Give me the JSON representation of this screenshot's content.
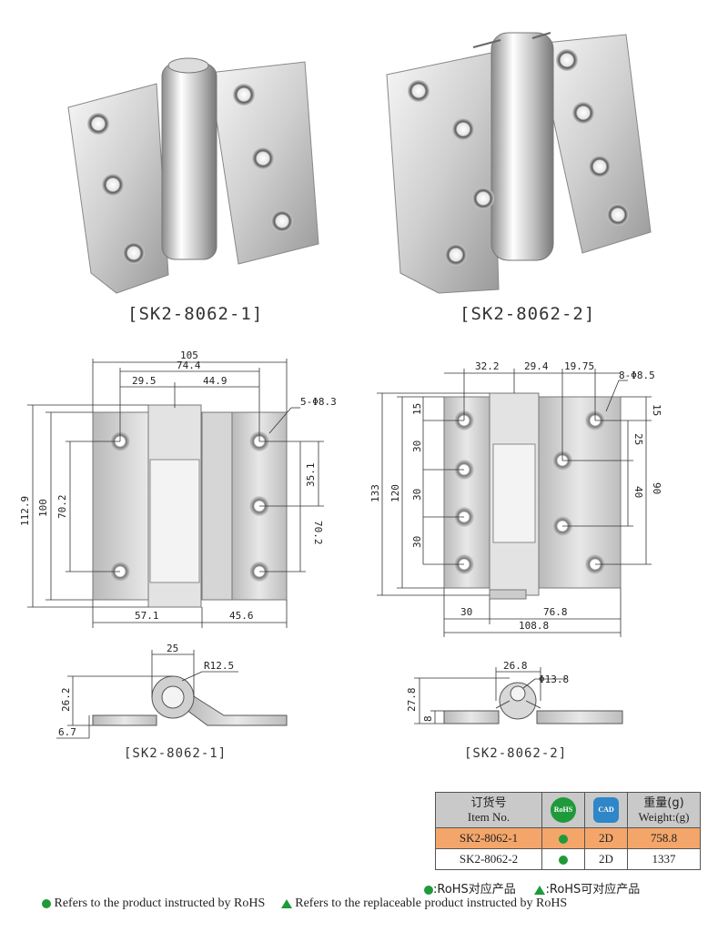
{
  "photos": {
    "left_caption": "[SK2-8062-1]",
    "right_caption": "[SK2-8062-2]"
  },
  "front_left": {
    "dims": [
      "105",
      "74.4",
      "29.5",
      "44.9",
      "5-Φ8.3",
      "112.9",
      "100",
      "70.2",
      "35.1",
      "70.2",
      "57.1",
      "45.6"
    ]
  },
  "front_right": {
    "dims": [
      "32.2",
      "29.4",
      "19.75",
      "8-Φ8.5",
      "15",
      "30",
      "30",
      "30",
      "133",
      "120",
      "15",
      "25",
      "40",
      "90",
      "30",
      "76.8",
      "108.8"
    ]
  },
  "side_left": {
    "dims": [
      "25",
      "R12.5",
      "26.2",
      "6.7"
    ],
    "caption": "[SK2-8062-1]"
  },
  "side_right": {
    "dims": [
      "26.8",
      "Φ13.8",
      "27.8",
      "8"
    ],
    "caption": "[SK2-8062-2]"
  },
  "table": {
    "header_item_cn": "订货号",
    "header_item_en": "Item No.",
    "header_rohs": "RoHS",
    "header_cad": "CAD",
    "header_weight_cn": "重量(g)",
    "header_weight_en": "Weight:(g)",
    "rows": [
      {
        "item": "SK2-8062-1",
        "cad": "2D",
        "weight": "758.8"
      },
      {
        "item": "SK2-8062-2",
        "cad": "2D",
        "weight": "1337"
      }
    ]
  },
  "legend": {
    "cn_rohs": ":RoHS对应产品",
    "cn_replaceable": ":RoHS可对应产品",
    "en_rohs": "Refers to the product instructed by RoHS",
    "en_replaceable": "Refers to the replaceable product instructed by RoHS"
  },
  "colors": {
    "rohs_green": "#1f9a3a",
    "cad_blue": "#2f86c8",
    "highlight_row": "#f4a66a",
    "header_gray": "#c9c9c9"
  }
}
